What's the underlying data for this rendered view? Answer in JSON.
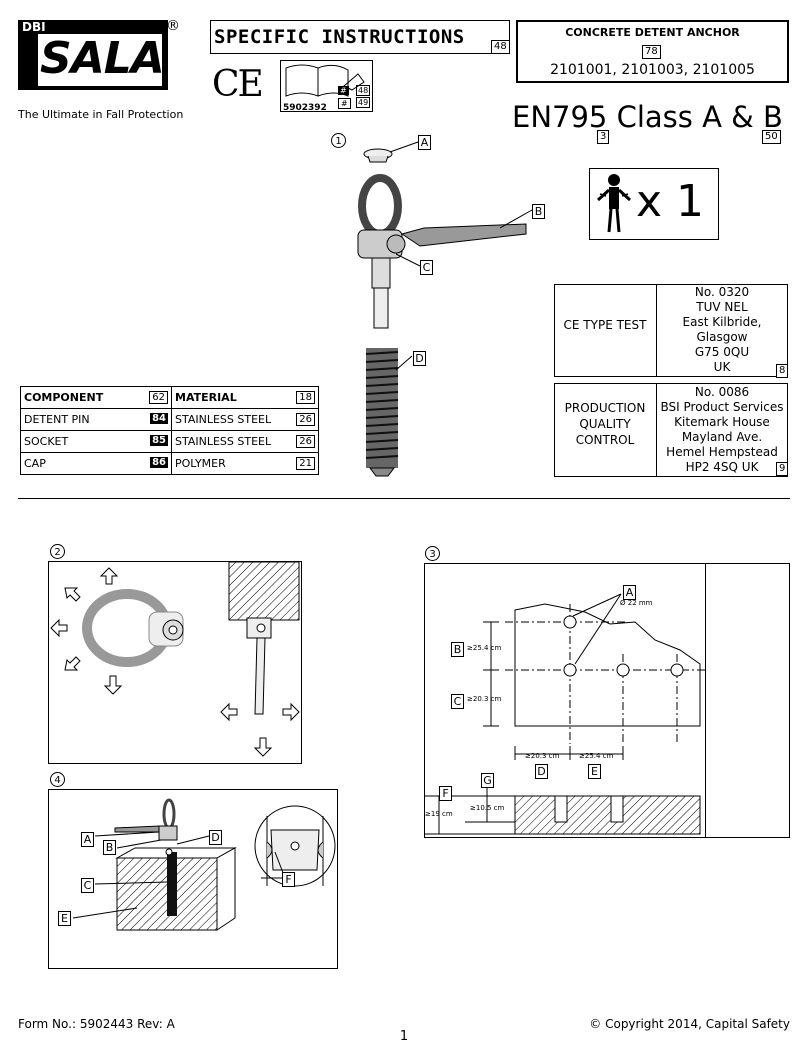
{
  "brand": {
    "top": "DBI",
    "name": "SALA",
    "reg": "®",
    "tagline": "The Ultimate in Fall Protection"
  },
  "header": {
    "title": "SPECIFIC INSTRUCTIONS",
    "title_ref": "48",
    "ce": "CE",
    "manual_no": "5902392",
    "ref_a": "48",
    "ref_b": "49",
    "hash": "#",
    "product": "CONCRETE DETENT ANCHOR",
    "product_ref": "78",
    "models": "2101001, 2101003, 2101005",
    "standard": "EN795 Class A & B",
    "standard_ref_a": "3",
    "standard_ref_b": "50",
    "users": "x 1"
  },
  "fig1": {
    "num": "1",
    "labels": [
      "A",
      "B",
      "C",
      "D"
    ]
  },
  "components": {
    "headers": [
      "COMPONENT",
      "62",
      "MATERIAL",
      "18"
    ],
    "rows": [
      {
        "name": "DETENT PIN",
        "num": "84",
        "mat": "STAINLESS STEEL",
        "ref": "26"
      },
      {
        "name": "SOCKET",
        "num": "85",
        "mat": "STAINLESS STEEL",
        "ref": "26"
      },
      {
        "name": "CAP",
        "num": "86",
        "mat": "POLYMER",
        "ref": "21"
      }
    ]
  },
  "ce_test": {
    "label": "CE TYPE TEST",
    "lines": [
      "No. 0320",
      "TUV NEL",
      "East Kilbride,",
      "Glasgow",
      "G75 0QU",
      "UK"
    ],
    "ref": "8"
  },
  "production": {
    "label_lines": [
      "PRODUCTION",
      "QUALITY",
      "CONTROL"
    ],
    "lines": [
      "No. 0086",
      "BSI Product Services",
      "Kitemark House",
      "Mayland Ave.",
      "Hemel Hempstead",
      "HP2 4SQ  UK"
    ],
    "ref": "9"
  },
  "fig2": {
    "num": "2"
  },
  "fig3": {
    "num": "3",
    "A": "A",
    "A_dim": "Ø 22 mm",
    "B": "B",
    "B_dim": "≥25.4 cm",
    "C": "C",
    "C_dim": "≥20.3 cm",
    "D": "D",
    "D_dim": "≥20.3 cm",
    "E": "E",
    "E_dim": "≥25.4 cm",
    "F": "F",
    "F_dim": "≥19 cm",
    "G": "G",
    "G_dim": "≥10.5 cm"
  },
  "fig4": {
    "num": "4",
    "labels": [
      "A",
      "B",
      "C",
      "D",
      "E",
      "F"
    ]
  },
  "footer": {
    "form": "Form No.: 5902443 Rev: A",
    "page": "1",
    "copyright": "© Copyright 2014, Capital Safety"
  }
}
